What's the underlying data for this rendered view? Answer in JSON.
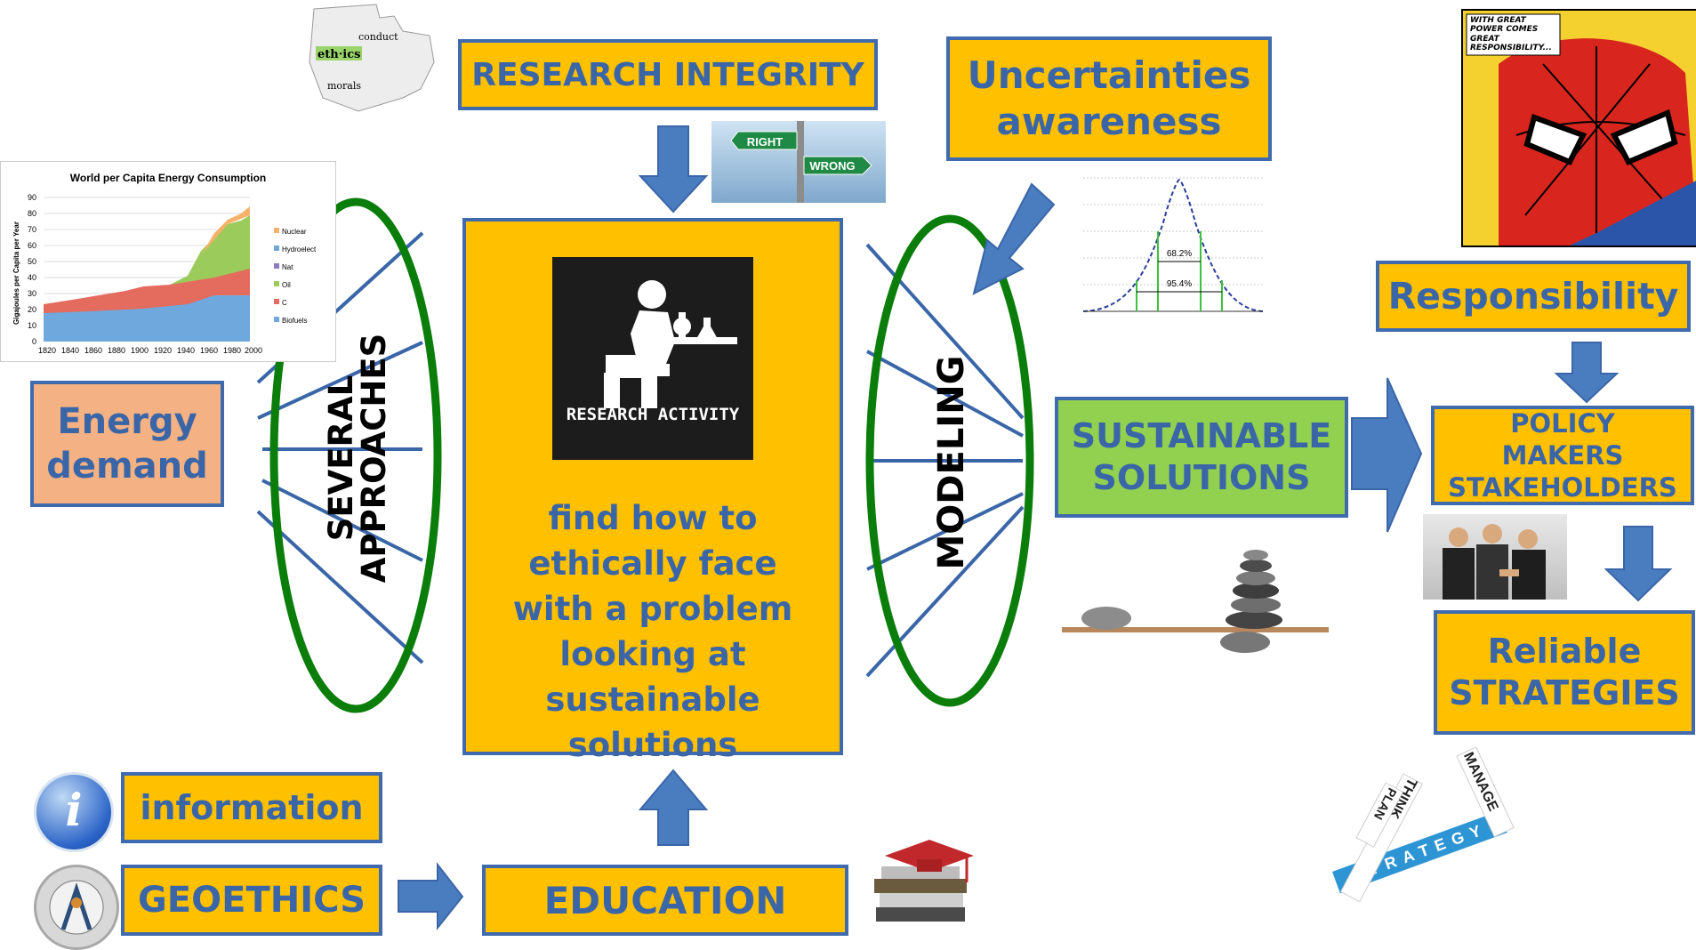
{
  "boxes": {
    "research_integrity": "RESEARCH INTEGRITY",
    "uncertainties": "Uncertainties awareness",
    "energy_demand": "Energy demand",
    "central": "find how to ethically face with a problem looking at sustainable solutions",
    "sustainable": "SUSTAINABLE SOLUTIONS",
    "responsibility": "Responsibility",
    "policy_makers": "POLICY MAKERS STAKEHOLDERS",
    "reliable": "Reliable STRATEGIES",
    "information": "information",
    "geoethics": "GEOETHICS",
    "education": "EDUCATION"
  },
  "labels": {
    "several": "SEVERAL APPROACHES",
    "modeling": "MODELING"
  },
  "research_activity": "RESEARCH ACTIVITY",
  "signpost": {
    "right": "RIGHT",
    "wrong": "WRONG"
  },
  "ethics_puzzle": {
    "line1": "eth·ics",
    "line2": "conduct",
    "line3": "morals"
  },
  "spiderman_text": "WITH GREAT POWER COMES GREAT RESPONSIBILITY...",
  "info_icon": "i",
  "energy_chart": {
    "title": "World per Capita Energy Consumption",
    "ylabel": "Gigajoules per Capita per Year",
    "yticks": [
      "0",
      "10",
      "20",
      "30",
      "40",
      "50",
      "60",
      "70",
      "80",
      "90"
    ],
    "xticks": [
      "1820",
      "1840",
      "1860",
      "1880",
      "1900",
      "1920",
      "1940",
      "1960",
      "1980",
      "2000"
    ],
    "legend": [
      "Nuclear",
      "Hydroelect",
      "Nat",
      "Oil",
      "C",
      "Biofuels"
    ]
  },
  "normal_chart": {
    "inner": "68.2%",
    "outer": "95.4%"
  },
  "strategy_crossword": [
    "STRATEGY",
    "PLAN",
    "MANAGE",
    "THINK"
  ],
  "colors": {
    "box_fill": "#FFC000",
    "border": "#3F6AAE",
    "text": "#3A66A8",
    "green": "#92D050",
    "salmon": "#F4B183",
    "ellipse": "#0A7D0A",
    "arrow": "#4A7CC0"
  }
}
